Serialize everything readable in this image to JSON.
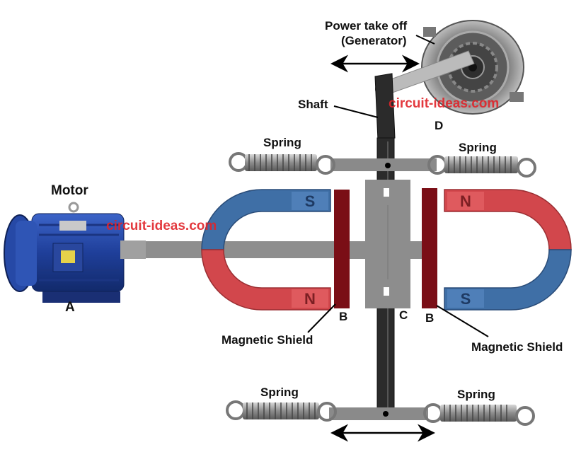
{
  "labels": {
    "motor": "Motor",
    "motor_letter": "A",
    "power_take_off_line1": "Power take off",
    "power_take_off_line2": "(Generator)",
    "generator_letter": "D",
    "shaft": "Shaft",
    "spring_top_left": "Spring",
    "spring_top_right": "Spring",
    "spring_bottom_left": "Spring",
    "spring_bottom_right": "Spring",
    "shield_left_letter": "B",
    "shield_right_letter": "B",
    "center_letter": "C",
    "magnetic_shield_left": "Magnetic Shield",
    "magnetic_shield_right": "Magnetic Shield",
    "magnet_left_top_pole": "S",
    "magnet_left_bottom_pole": "N",
    "magnet_right_top_pole": "N",
    "magnet_right_bottom_pole": "S"
  },
  "watermarks": {
    "left": "circuit-ideas.com",
    "right": "circuit-ideas.com"
  },
  "colors": {
    "magnet_blue": "#3f6fa6",
    "magnet_red": "#d2474c",
    "shield": "#7a0e16",
    "gray_bar": "#8a8a8a",
    "watermark": "#e0242a"
  },
  "icons": {
    "motor": "electric-motor-icon",
    "generator": "alternator-icon",
    "spring": "coil-spring-icon",
    "arrow": "double-headed-arrow-icon"
  }
}
